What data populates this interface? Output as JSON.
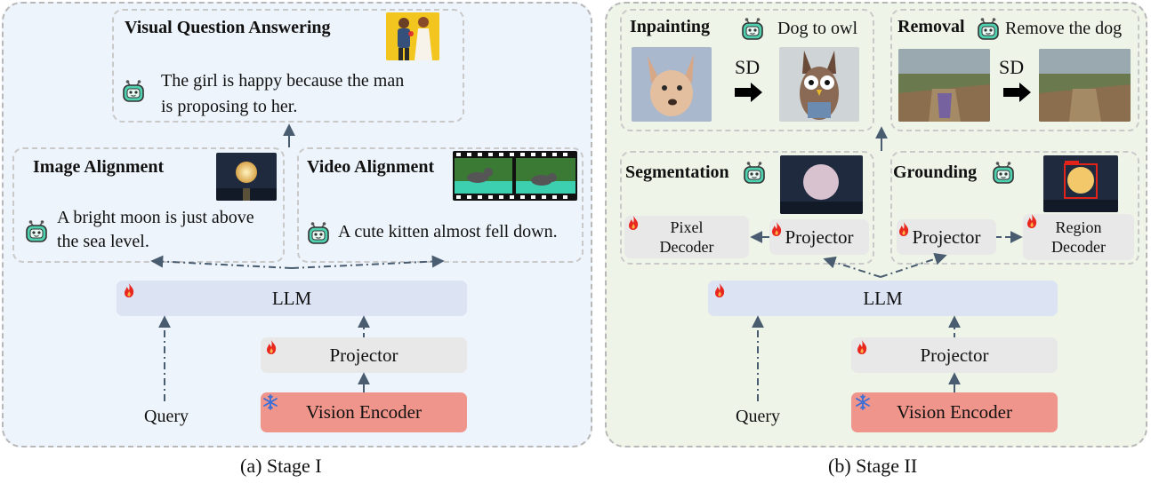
{
  "stage1": {
    "caption": "(a) Stage I",
    "vqa": {
      "title": "Visual Question Answering",
      "answer": [
        "The girl is happy because the man",
        "is proposing to her."
      ]
    },
    "image_alignment": {
      "title": "Image Alignment",
      "answer": [
        "A bright moon is just above",
        "the sea level."
      ]
    },
    "video_alignment": {
      "title": "Video Alignment",
      "answer": "A cute kitten almost fell down."
    },
    "llm": "LLM",
    "projector": "Projector",
    "vision_encoder": "Vision Encoder",
    "query": "Query"
  },
  "stage2": {
    "caption": "(b) Stage II",
    "inpainting": {
      "title": "Inpainting",
      "prompt": "Dog to owl",
      "model": "SD"
    },
    "removal": {
      "title": "Removal",
      "prompt": "Remove the dog",
      "model": "SD"
    },
    "segmentation": {
      "title": "Segmentation",
      "decoder": [
        "Pixel",
        "Decoder"
      ],
      "projector": "Projector"
    },
    "grounding": {
      "title": "Grounding",
      "projector": "Projector",
      "decoder": [
        "Region",
        "Decoder"
      ]
    },
    "llm": "LLM",
    "projector": "Projector",
    "vision_encoder": "Vision Encoder",
    "query": "Query"
  },
  "colors": {
    "stage1_bg": "#eef4fb",
    "stage2_bg": "#eef5e8",
    "llm_box": "#dce4f3",
    "projector_box": "#e8e8e8",
    "encoder_box": "#ef958b",
    "arrow": "#4a5c70",
    "fire": "#e8281e",
    "snowflake": "#3a6fd8",
    "robot": "#4fd1b0"
  }
}
